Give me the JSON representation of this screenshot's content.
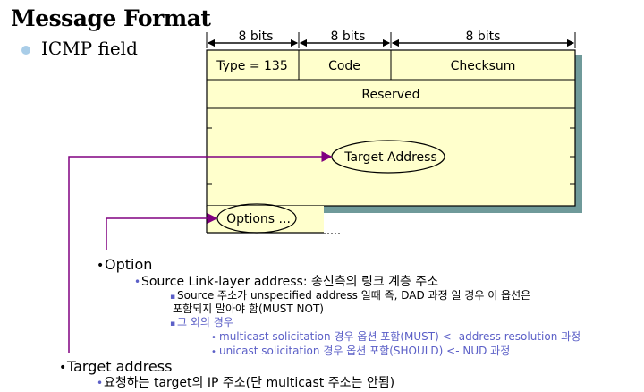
{
  "slide": {
    "title": "Message Format",
    "bullet": "ICMP field"
  },
  "diagram": {
    "bit_labels": [
      "8 bits",
      "8 bits",
      "8 bits"
    ],
    "fields": {
      "type": "Type = 135",
      "code": "Code",
      "checksum": "Checksum",
      "reserved": "Reserved",
      "target": "Target Address",
      "options": "Options ..."
    },
    "colors": {
      "packet_fill": "#ffffcc",
      "shadow": "#6f9a9a",
      "arrow": "#800080",
      "link_blue": "#5b5fc7"
    }
  },
  "notes": {
    "option_heading": "Option",
    "option_sub": "Source Link-layer address: 송신측의 링크 계층 주소",
    "option_detail_1": "Source 주소가 unspecified address 일때 즉, DAD 과정 일 경우 이 옵션은",
    "option_detail_2": "포함되지 말아야 함(MUST NOT)",
    "option_other": "그 외의 경우",
    "multicast_line": "multicast solicitation 경우 옵션 포함(MUST) <- address resolution 과정",
    "unicast_line": "unicast solicitation 경우 옵션 포함(SHOULD) <- NUD 과정",
    "target_heading": "Target address",
    "target_sub": "요청하는 target의 IP 주소(단 multicast 주소는 안됨)"
  }
}
